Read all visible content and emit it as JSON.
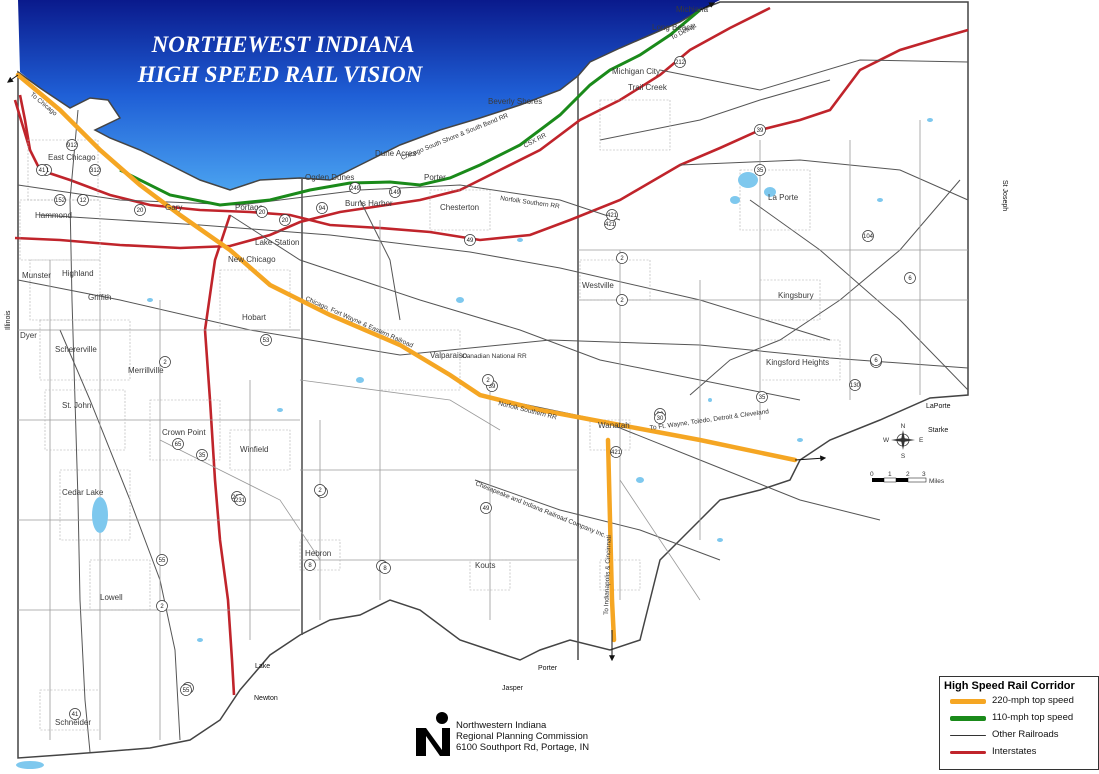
{
  "map": {
    "title_line1": "NORTHEWEST INDIANA",
    "title_line2": "HIGH SPEED RAIL VISION"
  },
  "colors": {
    "lake": "#1f5fd6",
    "hs220": "#f5a623",
    "hs110": "#1a8a1a",
    "interstate": "#c0242b",
    "railroad": "#555555"
  },
  "towns": {
    "east_chicago": "East Chicago",
    "hammond": "Hammond",
    "gary": "Gary",
    "lake_station": "Lake Station",
    "new_chicago": "New Chicago",
    "munster": "Munster",
    "highland": "Highland",
    "griffith": "Griffith",
    "dyer": "Dyer",
    "schererville": "Schererville",
    "merrillville": "Merrillville",
    "hobart": "Hobart",
    "st_john": "St. John",
    "crown_point": "Crown Point",
    "winfield": "Winfield",
    "cedar_lake": "Cedar Lake",
    "lowell": "Lowell",
    "schneider": "Schneider",
    "hebron": "Hebron",
    "kouts": "Kouts",
    "wanatah": "Wanatah",
    "valparaiso": "Valparaiso",
    "westville": "Westville",
    "chesterton": "Chesterton",
    "porter": "Porter",
    "burns_harbor": "Burns Harbor",
    "ogden_dunes": "Ogden Dunes",
    "dune_acres": "Dune Acres",
    "beverly_shores": "Beverly Shores",
    "michigan_city": "Michigan City",
    "trail_creek": "Trail Creek",
    "long_beach": "Long Beach",
    "michiana_shores": "Michiana",
    "la_porte": "La Porte",
    "kingsbury": "Kingsbury",
    "kingsford_heights": "Kingsford Heights",
    "portage": "Portage"
  },
  "counties": {
    "lake": "Lake",
    "porter": "Porter",
    "laporte": "LaPorte",
    "newton": "Newton",
    "jasper": "Jasper",
    "starke": "Starke",
    "st_joseph": "St Joseph",
    "illinois": "Illinois"
  },
  "rail_labels": {
    "chicago_line": "To Chicago",
    "south_shore": "Chicago South Shore & South Bend RR",
    "csx": "CSX RR",
    "norfolk": "Norfolk Southern RR",
    "pfw": "Chicago, Fort Wayne & Eastern Railroad",
    "cn": "Canadian National RR",
    "ns2": "Norfolk Southern RR",
    "ci": "Chesapeake and Indiana Railroad Company Inc.",
    "to_east": "To Ft. Wayne, Toledo, Detroit & Cleveland",
    "to_south": "To Indianapolis & Cincinnati",
    "to_detroit": "To Detroit"
  },
  "shields": [
    "312",
    "912",
    "41",
    "152",
    "12",
    "20",
    "249",
    "149",
    "20",
    "49",
    "94",
    "421",
    "2",
    "6",
    "104",
    "130",
    "8",
    "39",
    "2",
    "35",
    "421",
    "49",
    "8",
    "2",
    "55",
    "231",
    "53",
    "2",
    "41",
    "65",
    "30",
    "35",
    "20",
    "212",
    "6",
    "2",
    "8",
    "6",
    "35",
    "39",
    "35",
    "2",
    "2",
    "421",
    "30",
    "231",
    "41",
    "55"
  ],
  "scale": {
    "ticks": [
      "0",
      "1",
      "2",
      "3"
    ],
    "unit": "Miles"
  },
  "compass": {
    "n": "N",
    "s": "S",
    "e": "E",
    "w": "W"
  },
  "legend": {
    "title": "High Speed Rail Corridor",
    "items": [
      {
        "label": "220-mph top speed",
        "color": "#f5a623",
        "type": "hs220"
      },
      {
        "label": "110-mph top speed",
        "color": "#1a8a1a",
        "type": "hs110"
      },
      {
        "label": "Other Railroads",
        "color": "#333333",
        "type": "rail"
      },
      {
        "label": "Interstates",
        "color": "#c0242b",
        "type": "interstate"
      }
    ]
  },
  "org": {
    "line1": "Northwestern Indiana",
    "line2": "Regional Planning Commission",
    "line3": "6100 Southport Rd, Portage, IN"
  }
}
